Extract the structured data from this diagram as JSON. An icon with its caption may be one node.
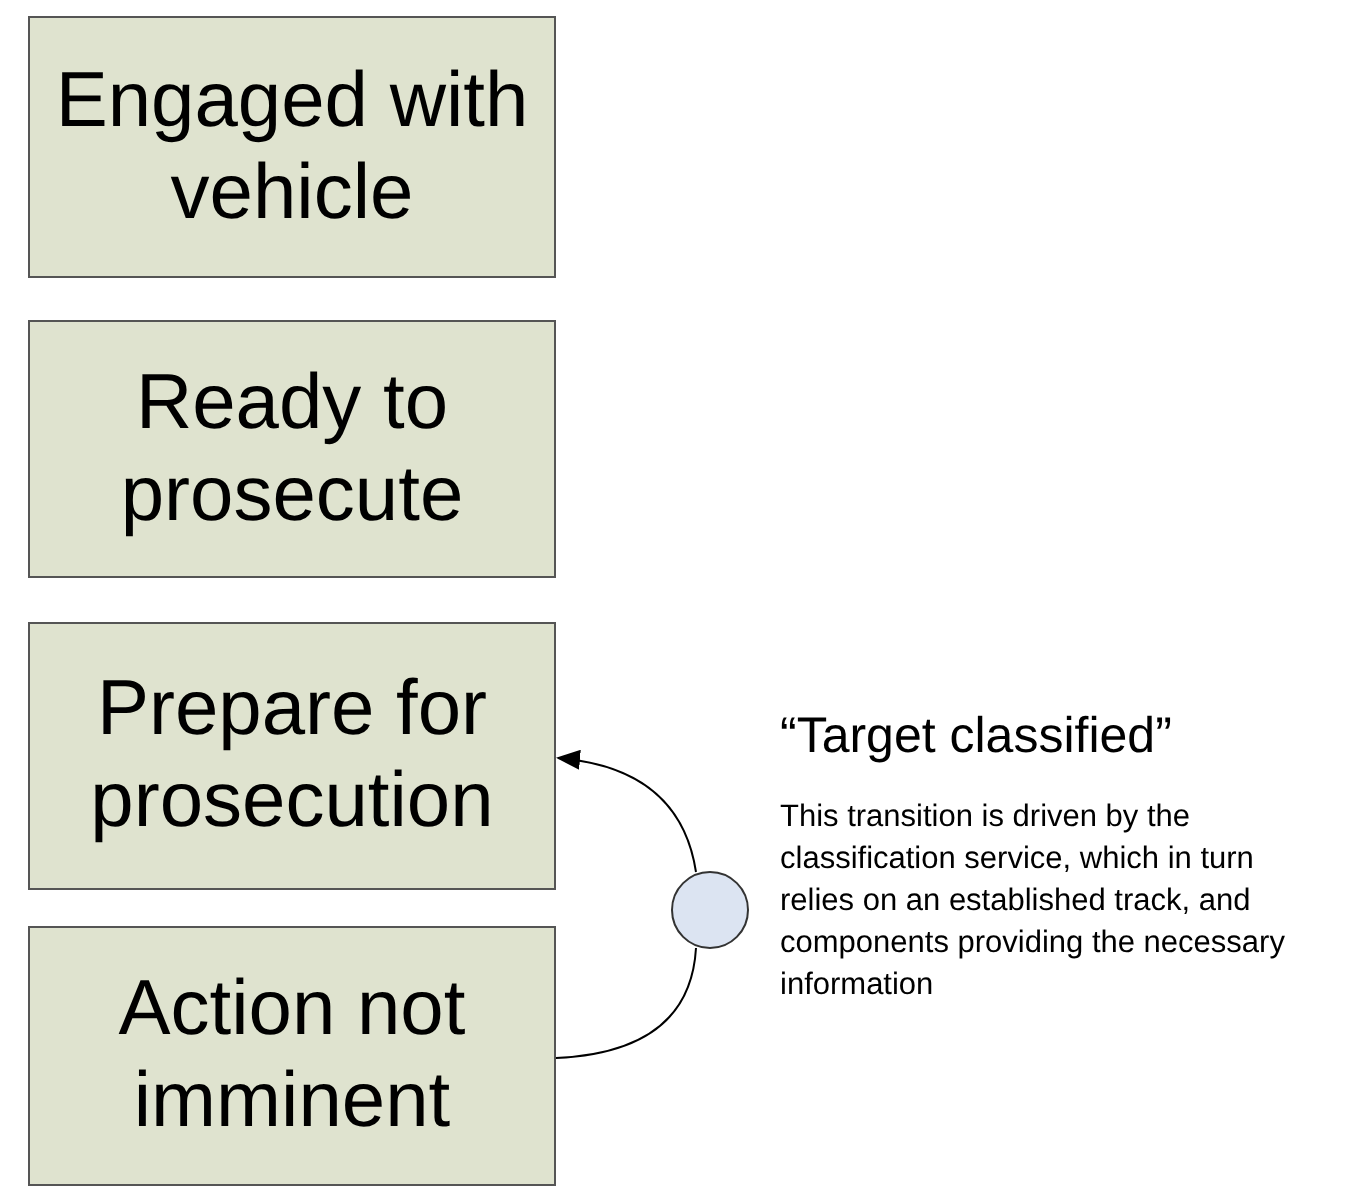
{
  "diagram": {
    "nodes": [
      {
        "text": [
          "Engaged with vehicle"
        ]
      },
      {
        "text": [
          "Ready to prosecute"
        ]
      },
      {
        "text": [
          "Prepare for prosecution"
        ]
      },
      {
        "text": [
          "Action not imminent"
        ]
      },
      {
        "text": [],
        "shape": "circle",
        "beside": [
          "“Target classified”",
          "This transition is driven by the classification service, which in turn relies on an established track, and components providing the necessary information"
        ]
      }
    ],
    "edges": [
      {
        "from": 3,
        "to": 4,
        "arrow": "none"
      },
      {
        "from": 4,
        "to": 2,
        "arrow": "to"
      }
    ]
  }
}
